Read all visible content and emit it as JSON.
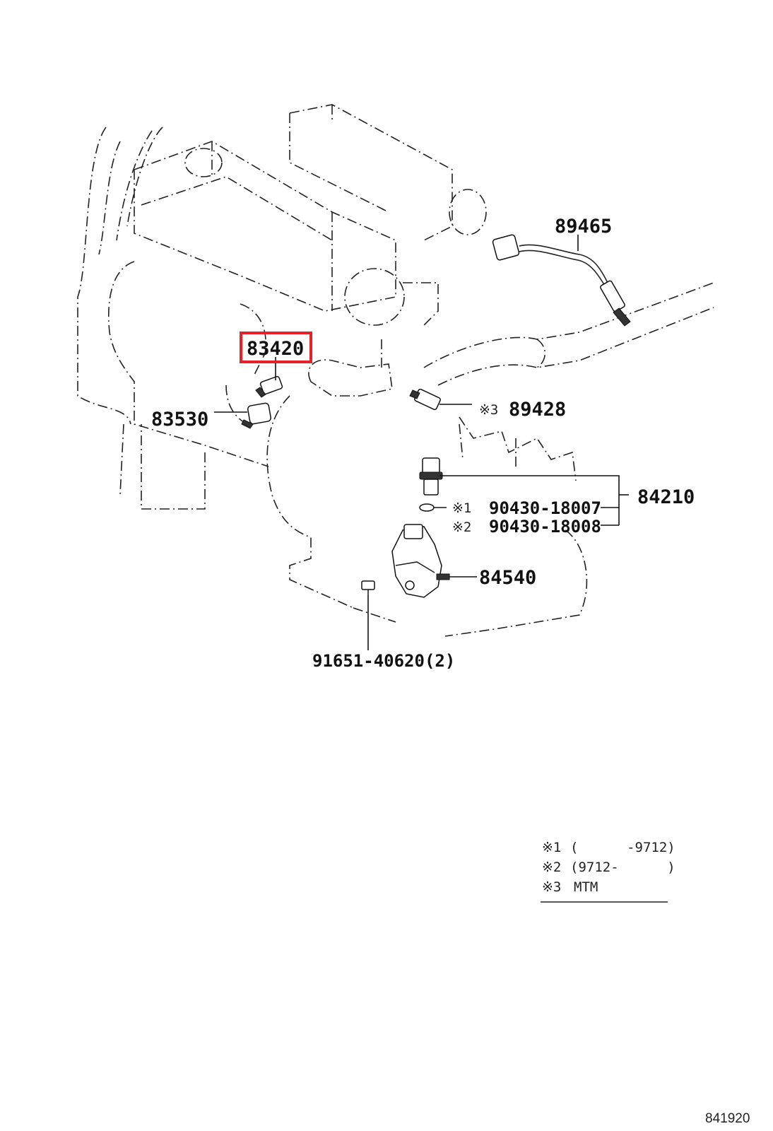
{
  "diagram": {
    "highlight_color": "#e8202a",
    "parts": [
      {
        "id": "p89465",
        "number": "89465"
      },
      {
        "id": "p83420",
        "number": "83420",
        "highlighted": true
      },
      {
        "id": "p83530",
        "number": "83530"
      },
      {
        "id": "p89428",
        "number": "89428",
        "mark": "※3"
      },
      {
        "id": "p84210",
        "number": "84210"
      },
      {
        "id": "p90430a",
        "number": "90430-18007",
        "mark": "※1"
      },
      {
        "id": "p90430b",
        "number": "90430-18008",
        "mark": "※2"
      },
      {
        "id": "p84540",
        "number": "84540"
      },
      {
        "id": "p91651",
        "number": "91651-40620(2)"
      }
    ],
    "legend": [
      {
        "mark": "※1",
        "text": "(      -9712)"
      },
      {
        "mark": "※2",
        "text": "(9712-      )"
      },
      {
        "mark": "※3",
        "text": "MTM"
      }
    ],
    "reference": "841920"
  }
}
